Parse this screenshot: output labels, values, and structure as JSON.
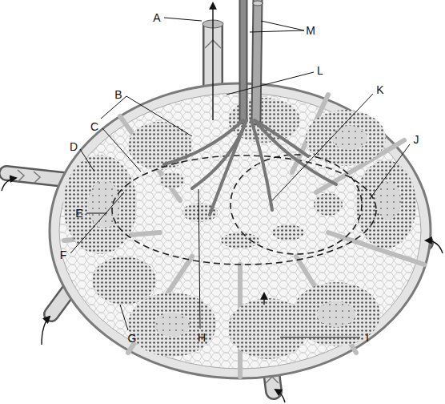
{
  "diagram": {
    "labels": [
      "A",
      "B",
      "C",
      "D",
      "E",
      "F",
      "G",
      "H",
      "I",
      "J",
      "K",
      "L",
      "M"
    ]
  }
}
